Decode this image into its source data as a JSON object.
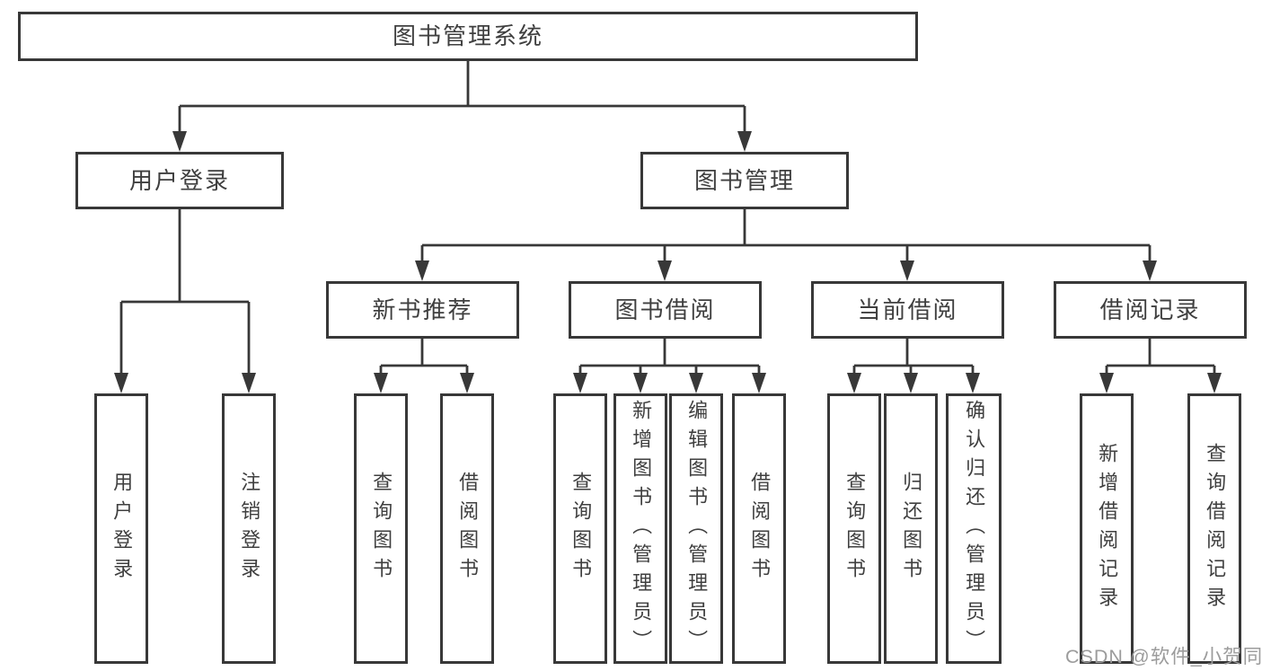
{
  "tree": {
    "label": "图书管理系统",
    "children": [
      {
        "label": "用户登录",
        "children": [
          {
            "label": "用户登录"
          },
          {
            "label": "注销登录"
          }
        ]
      },
      {
        "label": "图书管理",
        "children": [
          {
            "label": "新书推荐",
            "children": [
              {
                "label": "查询图书"
              },
              {
                "label": "借阅图书"
              }
            ]
          },
          {
            "label": "图书借阅",
            "children": [
              {
                "label": "查询图书"
              },
              {
                "label": "新增图书（管理员）"
              },
              {
                "label": "编辑图书（管理员）"
              },
              {
                "label": "借阅图书"
              }
            ]
          },
          {
            "label": "当前借阅",
            "children": [
              {
                "label": "查询图书"
              },
              {
                "label": "归还图书"
              },
              {
                "label": "确认归还（管理员）"
              }
            ]
          },
          {
            "label": "借阅记录",
            "children": [
              {
                "label": "新增借阅记录"
              },
              {
                "label": "查询借阅记录"
              }
            ]
          }
        ]
      }
    ]
  },
  "watermark": "CSDN @软件_小贺同学",
  "colors": {
    "line_color": "#383838",
    "text_color": "#3f3f3f",
    "watermark_color": "#9c9c9c",
    "background": "#ffffff"
  }
}
